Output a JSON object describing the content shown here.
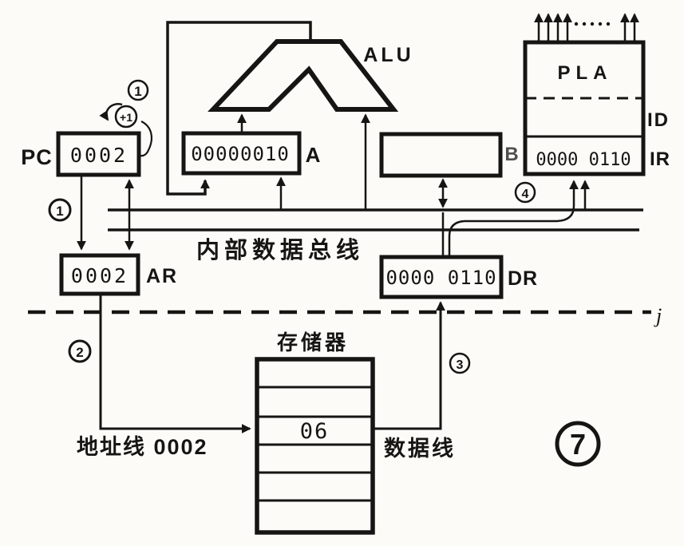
{
  "figure_number": "7",
  "corner_mark": "j",
  "alu": {
    "label": "ALU"
  },
  "bus": {
    "label": "内部数据总线"
  },
  "pla": {
    "label": "PLA",
    "id_label": "ID",
    "ir_label": "IR",
    "ir_value": "0000 0110"
  },
  "registers": {
    "pc": {
      "label": "PC",
      "value": "0002"
    },
    "a": {
      "label": "A",
      "value": "00000010"
    },
    "b": {
      "label": "B",
      "value": ""
    },
    "ar": {
      "label": "AR",
      "value": "0002"
    },
    "dr": {
      "label": "DR",
      "value": "0000 0110"
    }
  },
  "memory": {
    "label": "存储器",
    "cell_value": "06"
  },
  "paths": {
    "address_line": "地址线 0002",
    "data_line": "数据线",
    "increment": "+1"
  },
  "steps": {
    "s1_increment": "1",
    "s1_pc_to_ar": "1",
    "s2_ar_to_memory": "2",
    "s3_memory_to_dr": "3",
    "s4_dr_to_ir": "4"
  }
}
